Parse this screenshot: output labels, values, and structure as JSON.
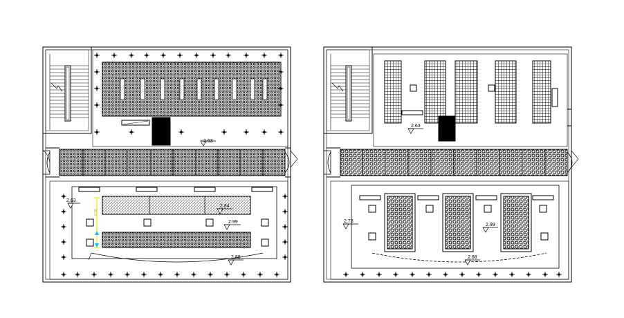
{
  "plans": [
    {
      "elevations": {
        "top": "2.63",
        "left": "2.63",
        "right": "2.84",
        "middle": "2.99",
        "bottom": "2.88"
      },
      "dim_label": "0.38"
    },
    {
      "elevations": {
        "top": "2.63",
        "left": "2.73",
        "middle": "2.99",
        "bottom": "2.88"
      }
    }
  ],
  "colors": {
    "line": "#000000",
    "dim": "#f5e600",
    "dim_marker": "#00c8ff",
    "background": "#ffffff"
  }
}
